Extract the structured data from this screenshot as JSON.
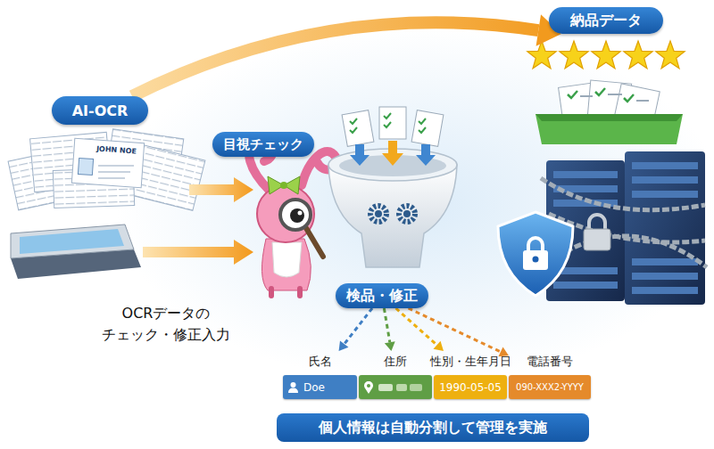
{
  "diagram": {
    "nodes": [
      {
        "text": [
          "納品データ"
        ]
      },
      {
        "text": [
          "AI-OCR"
        ]
      },
      {
        "text": [
          "目視チェック"
        ]
      },
      {
        "text": [
          "検品・修正"
        ]
      },
      {
        "text": [
          "氏名",
          "Doe"
        ]
      },
      {
        "text": [
          "住所"
        ]
      },
      {
        "text": [
          "性別・生年月日",
          "1990-05-05"
        ]
      },
      {
        "text": [
          "電話番号",
          "090-XXX2-YYYY"
        ]
      },
      {
        "text": [
          "個人情報は自動分割して管理を実施"
        ]
      }
    ],
    "edges": [
      {
        "from": 1,
        "to": 0,
        "arrow": "to"
      },
      {
        "from": 3,
        "to": 4,
        "arrow": "to"
      },
      {
        "from": 3,
        "to": 5,
        "arrow": "to"
      },
      {
        "from": 3,
        "to": 6,
        "arrow": "to"
      },
      {
        "from": 3,
        "to": 7,
        "arrow": "to"
      }
    ],
    "labels": [
      "JOHN NOE",
      "OCRデータの チェック・修正入力"
    ]
  }
}
